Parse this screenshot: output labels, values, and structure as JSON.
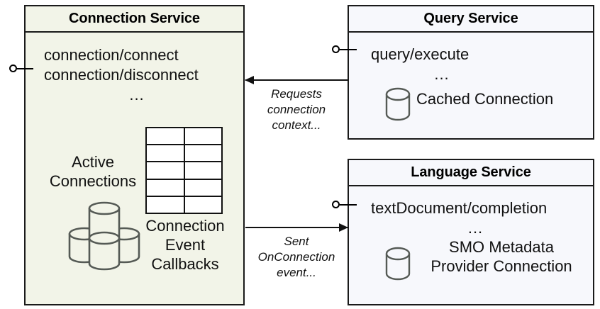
{
  "diagram": {
    "type": "uml-component-diagram",
    "background_color": "#ffffff",
    "components": [
      {
        "id": "connection-service",
        "title": "Connection Service",
        "fill_color": "#f2f4e8",
        "border_color": "#1a1a1a",
        "operations": [
          "connection/connect",
          "connection/disconnect"
        ],
        "ellipsis": "...",
        "artifacts": [
          {
            "label_lines": [
              "Active",
              "Connections"
            ],
            "icon": "database-cluster-icon"
          },
          {
            "label_lines": [
              "Connection",
              "Event",
              "Callbacks"
            ],
            "icon": "table-icon"
          }
        ]
      },
      {
        "id": "query-service",
        "title": "Query Service",
        "fill_color": "#f7f8fc",
        "border_color": "#1a1a1a",
        "operations": [
          "query/execute"
        ],
        "ellipsis": "...",
        "artifacts": [
          {
            "label_lines": [
              "Cached Connection"
            ],
            "icon": "database-icon"
          }
        ]
      },
      {
        "id": "language-service",
        "title": "Language Service",
        "fill_color": "#f7f8fc",
        "border_color": "#1a1a1a",
        "operations": [
          "textDocument/completion"
        ],
        "ellipsis": "...",
        "artifacts": [
          {
            "label_lines": [
              "SMO Metadata",
              "Provider Connection"
            ],
            "icon": "database-icon"
          }
        ]
      }
    ],
    "edges": [
      {
        "id": "query-to-connection",
        "from": "query-service",
        "to": "connection-service",
        "direction": "left",
        "label_lines": [
          "Requests",
          "connection",
          "context..."
        ]
      },
      {
        "id": "connection-to-language",
        "from": "connection-service",
        "to": "language-service",
        "direction": "right",
        "label_lines": [
          "Sent",
          "OnConnection",
          "event..."
        ]
      }
    ],
    "interfaces": [
      {
        "id": "connection-service-interface",
        "attached_to": "connection-service"
      },
      {
        "id": "query-service-interface",
        "attached_to": "query-service"
      },
      {
        "id": "language-service-interface",
        "attached_to": "language-service"
      }
    ]
  }
}
